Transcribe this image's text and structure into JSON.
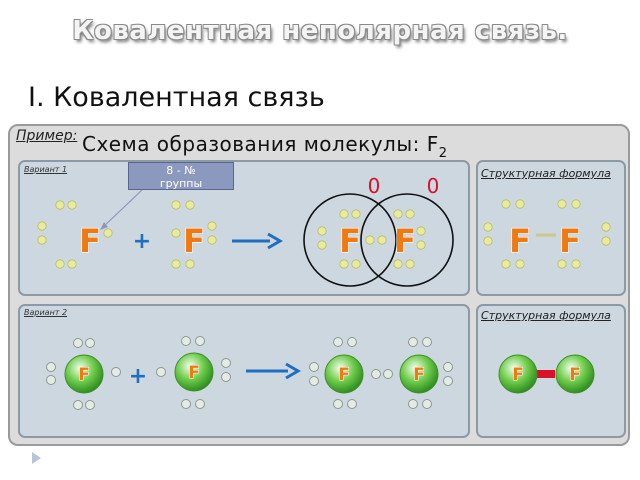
{
  "slide_title": "Ковалентная неполярная связь.",
  "section_heading": "I. Ковалентная связь",
  "example_label": "Пример:",
  "scheme": {
    "title": "Схема образования молекулы: F",
    "subscript": "2"
  },
  "variant1_label": "Вариант 1",
  "variant2_label": "Вариант 2",
  "structural_formula_label": "Структурная формула",
  "callout_text": [
    "8 - №",
    "группы"
  ],
  "atom_symbol": "F",
  "plus_sign": "+",
  "zero_labels": [
    "0",
    "0"
  ],
  "colors": {
    "atom_letter": "#f07a10",
    "electron_dot": "#e8eb9a",
    "arrow": "#1f6fc0",
    "sphere": "#6ecb4a",
    "bond": "#d8102a"
  }
}
